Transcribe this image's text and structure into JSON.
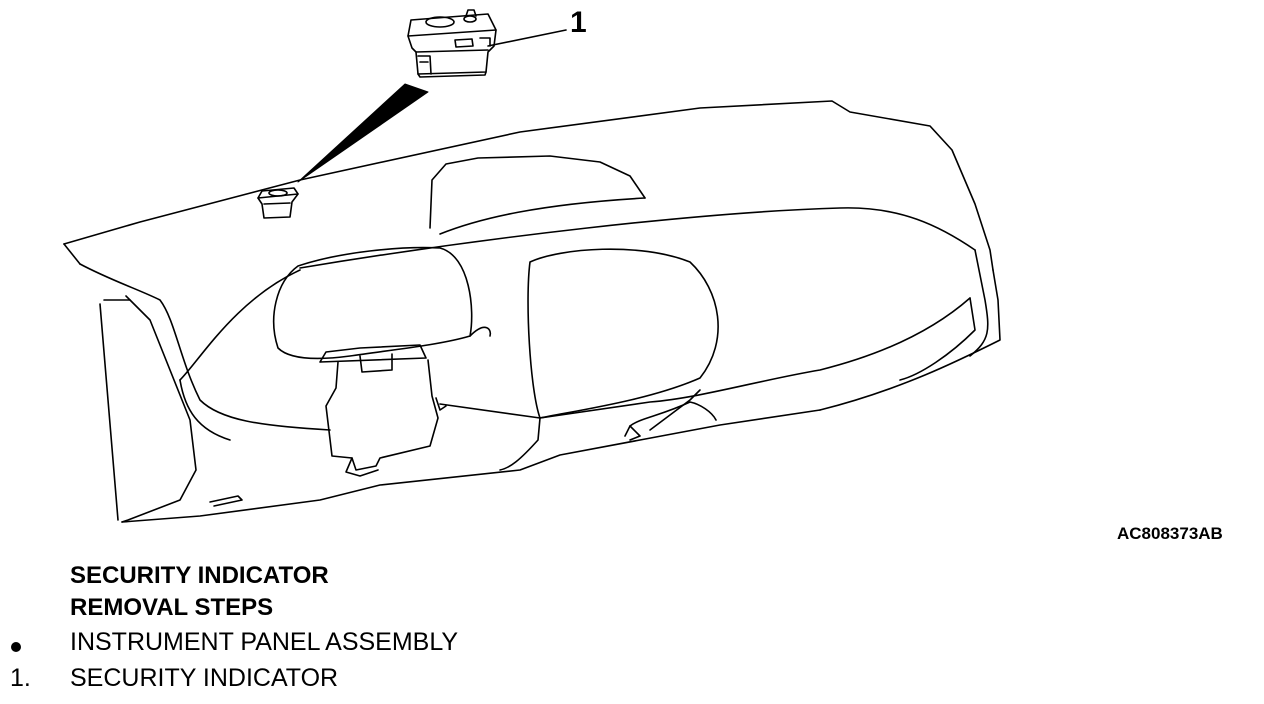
{
  "figure": {
    "callout": "1",
    "code": "AC808373AB"
  },
  "procedure": {
    "title": "SECURITY INDICATOR",
    "subtitle": "REMOVAL STEPS",
    "steps": [
      {
        "marker": "",
        "marker_icon": "filled-circle-bullet",
        "text": "INSTRUMENT PANEL ASSEMBLY"
      },
      {
        "marker": "1.",
        "text": "SECURITY INDICATOR"
      }
    ]
  }
}
